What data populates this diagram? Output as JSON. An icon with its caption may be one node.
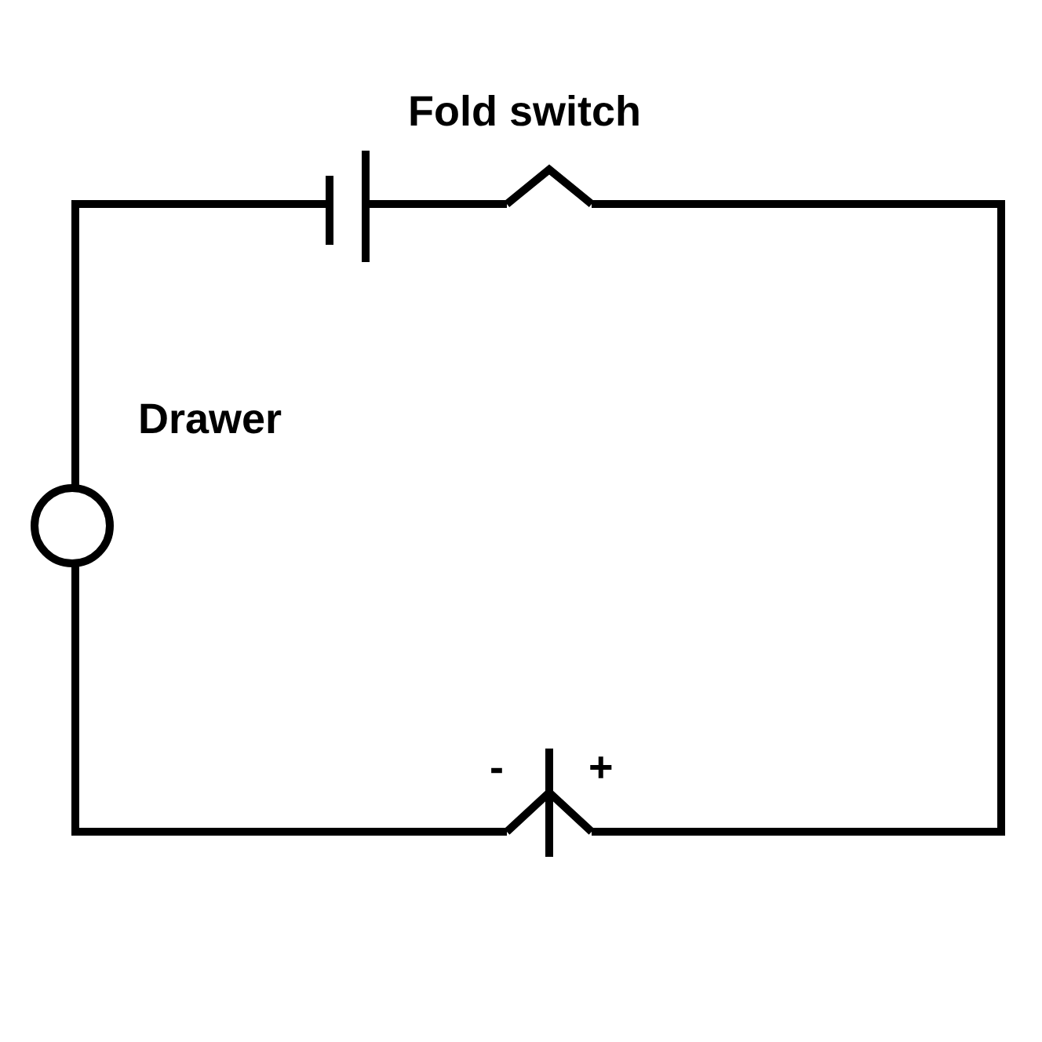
{
  "diagram": {
    "nodes": [
      {
        "text": [],
        "shape": "battery"
      },
      {
        "text": [],
        "shape": "switch",
        "beside": [
          "Fold switch"
        ]
      },
      {
        "text": [],
        "shape": "circle",
        "beside": [
          "Drawer"
        ]
      },
      {
        "text": [],
        "shape": "terminal",
        "beside": [
          "-",
          "+"
        ]
      }
    ],
    "edges": [
      {
        "from": 0,
        "to": 1,
        "arrow": "none"
      },
      {
        "from": 1,
        "to": 3,
        "arrow": "none"
      },
      {
        "from": 3,
        "to": 2,
        "arrow": "none"
      },
      {
        "from": 2,
        "to": 0,
        "arrow": "none"
      }
    ]
  }
}
